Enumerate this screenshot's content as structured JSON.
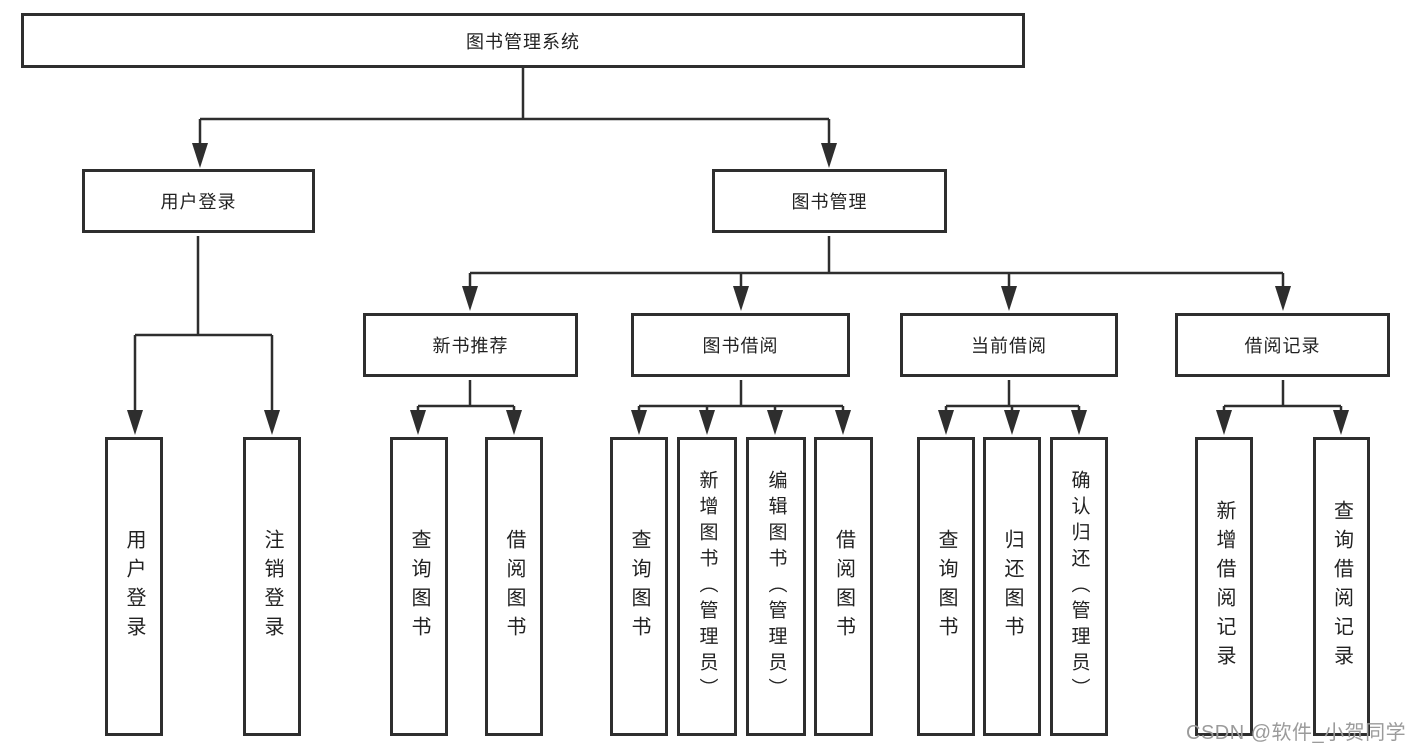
{
  "root": {
    "label": "图书管理系统"
  },
  "branches": [
    {
      "label": "用户登录"
    },
    {
      "label": "图书管理"
    }
  ],
  "sections": [
    {
      "label": "新书推荐"
    },
    {
      "label": "图书借阅"
    },
    {
      "label": "当前借阅"
    },
    {
      "label": "借阅记录"
    }
  ],
  "leaves": [
    {
      "label": "用户登录"
    },
    {
      "label": "注销登录"
    },
    {
      "label": "查询图书"
    },
    {
      "label": "借阅图书"
    },
    {
      "label": "查询图书"
    },
    {
      "label": "新增图书（管理员）"
    },
    {
      "label": "编辑图书（管理员）"
    },
    {
      "label": "借阅图书"
    },
    {
      "label": "查询图书"
    },
    {
      "label": "归还图书"
    },
    {
      "label": "确认归还（管理员）"
    },
    {
      "label": "新增借阅记录"
    },
    {
      "label": "查询借阅记录"
    }
  ],
  "watermark": "CSDN @软件_小贺同学",
  "colors": {
    "line": "#2e2e2e",
    "text": "#222222",
    "watermark": "#9b9b9b",
    "background": "#ffffff"
  }
}
